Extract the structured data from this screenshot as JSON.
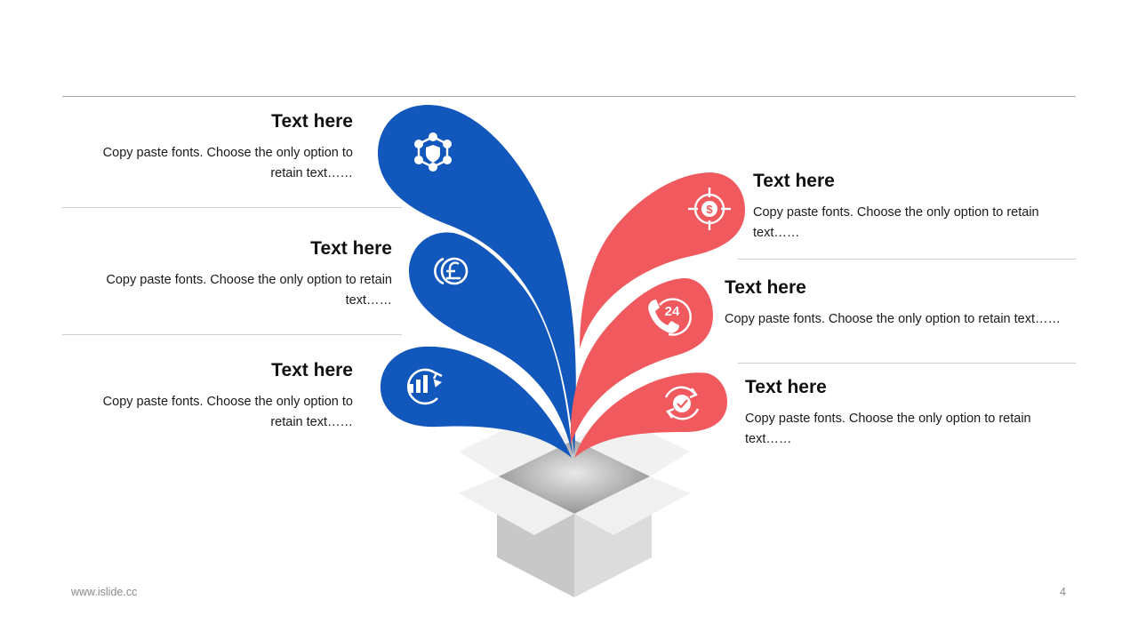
{
  "colors": {
    "blue": "#1257bb",
    "red": "#f05a5e",
    "box_light": "#ececec",
    "box_mid": "#d9d9d9",
    "box_dark": "#b8b8b8"
  },
  "items_left": [
    {
      "title": "Text here",
      "body": "Copy paste fonts. Choose the only option to retain text……",
      "icon": "shield-network-icon"
    },
    {
      "title": "Text here",
      "body": "Copy paste fonts. Choose the only option to retain text……",
      "icon": "pound-coins-icon"
    },
    {
      "title": "Text here",
      "body": "Copy paste fonts. Choose the only option to retain text……",
      "icon": "growth-chart-icon"
    }
  ],
  "items_right": [
    {
      "title": "Text here",
      "body": "Copy paste fonts. Choose the only option to retain text……",
      "icon": "dollar-target-icon"
    },
    {
      "title": "Text here",
      "body": "Copy paste fonts. Choose the only option to retain text……",
      "icon": "phone-24-icon",
      "icon_text": "24"
    },
    {
      "title": "Text here",
      "body": "Copy paste fonts. Choose the only option to retain text……",
      "icon": "gear-check-icon"
    }
  ],
  "footer": {
    "site": "www.islide.cc",
    "page": "4"
  }
}
